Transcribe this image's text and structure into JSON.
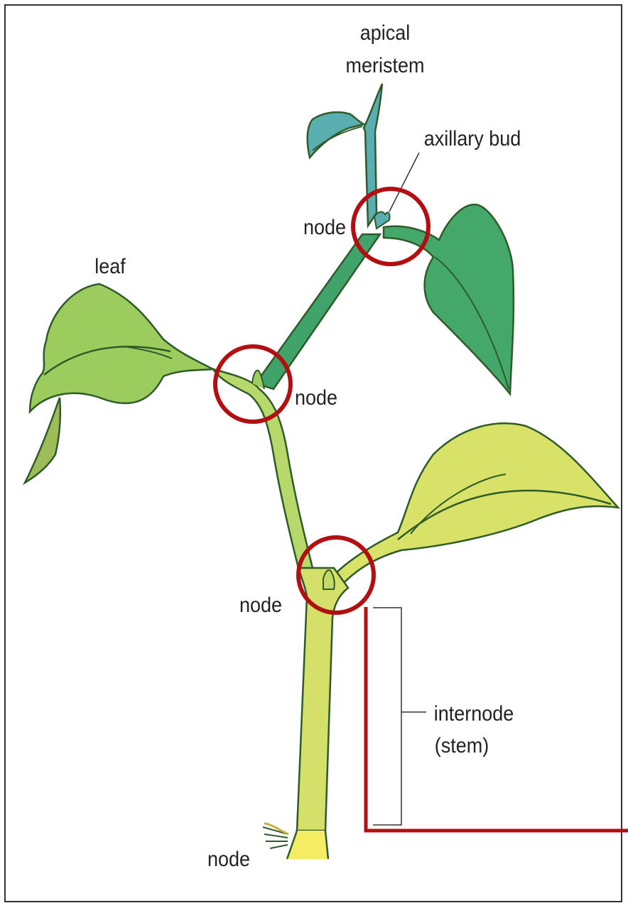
{
  "diagram": {
    "labels": {
      "apical_line1": "apical",
      "apical_line2": "meristem",
      "axillary_bud": "axillary bud",
      "leaf": "leaf",
      "node_top": "node",
      "node_middle": "node",
      "node_lower": "node",
      "node_bottom": "node",
      "internode_line1": "internode",
      "internode_line2": "(stem)"
    },
    "colors": {
      "outline": "#2f5a2a",
      "young_teal": "#5aaeb0",
      "dark_green": "#3fa36a",
      "leaf_green": "#9ccc5e",
      "light_green": "#b7d86b",
      "yellow_green": "#d8e168",
      "root_yellow": "#f5ec63",
      "highlight_red": "#b30f12"
    },
    "icons": [
      "plant-illustration",
      "node-highlight-circle"
    ]
  }
}
